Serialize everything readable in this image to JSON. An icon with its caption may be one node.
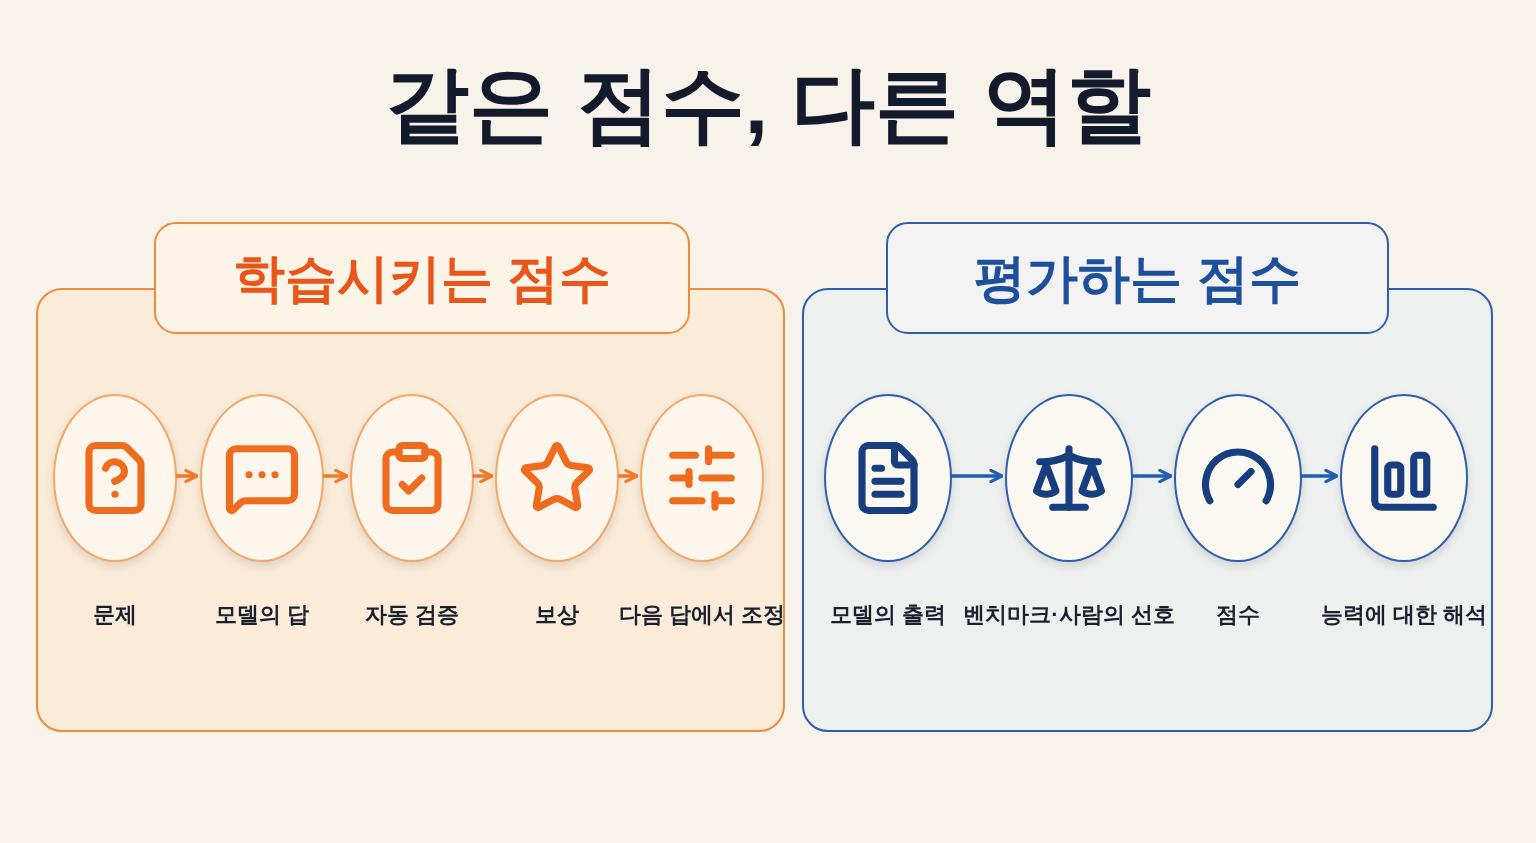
{
  "diagram": {
    "title": "같은 점수, 다른 역할",
    "nodes": [
      {
        "text": [
          "학습시키는 점수"
        ]
      },
      {
        "text": [],
        "shape": "circle",
        "in": 0,
        "beside": [
          "문제"
        ]
      },
      {
        "text": [],
        "shape": "circle",
        "in": 0,
        "beside": [
          "모델의 답"
        ]
      },
      {
        "text": [],
        "shape": "circle",
        "in": 0,
        "beside": [
          "자동 검증"
        ]
      },
      {
        "text": [],
        "shape": "circle",
        "in": 0,
        "beside": [
          "보상"
        ]
      },
      {
        "text": [],
        "shape": "circle",
        "in": 0,
        "beside": [
          "다음 답에서 조정"
        ]
      },
      {
        "text": [
          "평가하는 점수"
        ]
      },
      {
        "text": [],
        "shape": "circle",
        "in": 6,
        "beside": [
          "모델의 출력"
        ]
      },
      {
        "text": [],
        "shape": "circle",
        "in": 6,
        "beside": [
          "벤치마크·사람의 선호"
        ]
      },
      {
        "text": [],
        "shape": "circle",
        "in": 6,
        "beside": [
          "점수"
        ]
      },
      {
        "text": [],
        "shape": "circle",
        "in": 6,
        "beside": [
          "능력에 대한 해석"
        ]
      }
    ],
    "edges": [
      {
        "from": 1,
        "to": 2,
        "arrow": "to"
      },
      {
        "from": 2,
        "to": 3,
        "arrow": "to"
      },
      {
        "from": 3,
        "to": 4,
        "arrow": "to"
      },
      {
        "from": 4,
        "to": 5,
        "arrow": "to"
      },
      {
        "from": 7,
        "to": 8,
        "arrow": "to",
        "color": "#1f5fae"
      },
      {
        "from": 8,
        "to": 9,
        "arrow": "to",
        "color": "#1f5fae"
      },
      {
        "from": 9,
        "to": 10,
        "arrow": "to",
        "color": "#1f5fae"
      }
    ]
  }
}
